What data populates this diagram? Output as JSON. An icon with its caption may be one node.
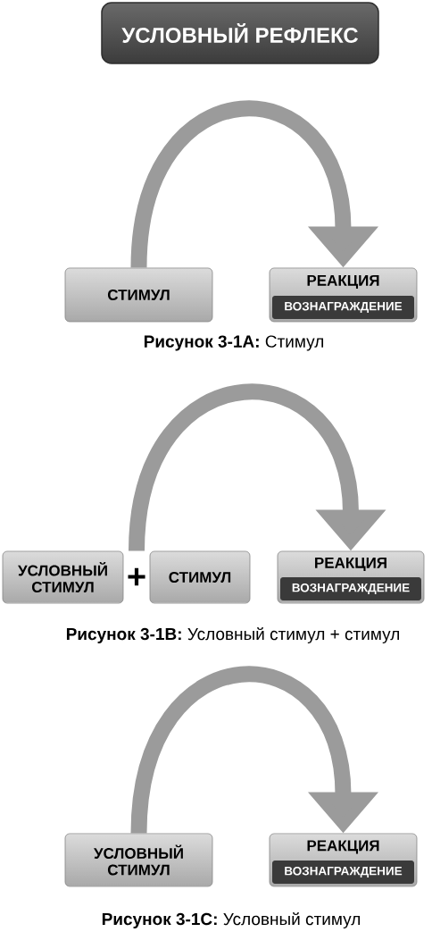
{
  "diagram": {
    "title": "УСЛОВНЫЙ РЕФЛЕКС",
    "nodes": [
      {
        "text": [
          "СТИМУЛ"
        ]
      },
      {
        "text": [
          "РЕАКЦИЯ",
          "ВОЗНАГРАЖДЕНИЕ"
        ]
      },
      {
        "text": [
          "УСЛОВНЫЙ СТИМУЛ"
        ]
      },
      {
        "text": [
          "СТИМУЛ"
        ]
      },
      {
        "text": [
          "РЕАКЦИЯ",
          "ВОЗНАГРАЖДЕНИЕ"
        ]
      },
      {
        "text": [
          "УСЛОВНЫЙ СТИМУЛ"
        ]
      },
      {
        "text": [
          "РЕАКЦИЯ",
          "ВОЗНАГРАЖДЕНИЕ"
        ]
      }
    ],
    "edges": [
      {
        "from": 0,
        "to": 1,
        "arrow": "to"
      },
      {
        "from": 2,
        "to": 4,
        "arrow": "to"
      },
      {
        "from": 3,
        "to": 4,
        "arrow": "to"
      },
      {
        "from": 5,
        "to": 6,
        "arrow": "to"
      }
    ],
    "labels": [
      "**Рисунок 3-1A:** Стимул",
      "+",
      "**Рисунок 3-1B:** Условный стимул + стимул",
      "**Рисунок 3-1C:** Условный стимул"
    ]
  }
}
